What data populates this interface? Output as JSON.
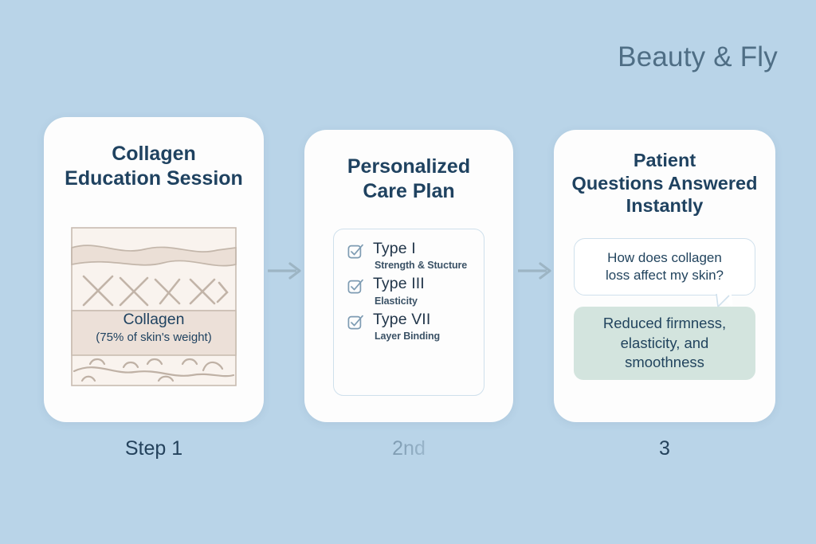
{
  "brand": "Beauty & Fly",
  "theme": {
    "background": "#b9d4e8",
    "card_background": "#fdfdfd",
    "heading_color": "#1f4260",
    "brand_color": "#4f6e85",
    "answer_bubble_color": "#d3e4de",
    "skin_layer_color": "#f7f0ea",
    "skin_accent_color": "#ebdfd6",
    "arrow_color": "#9db5c4"
  },
  "cards": [
    {
      "id": "collagen-education",
      "title_lines": [
        "Collagen",
        "Education Session"
      ],
      "diagram": {
        "name": "skin-cross-section",
        "layer_label": "Collagen",
        "layer_sublabel": "(75% of skin's weight)"
      }
    },
    {
      "id": "care-plan",
      "title_lines": [
        "Personalized",
        "Care Plan"
      ],
      "checklist": [
        {
          "label": "Type I",
          "sub": "Strength & Stucture"
        },
        {
          "label": "Type III",
          "sub": "Elasticity"
        },
        {
          "label": "Type VII",
          "sub": "Layer Binding"
        }
      ]
    },
    {
      "id": "patient-questions",
      "title_lines": [
        "Patient",
        "Questions Answered",
        "Instantly"
      ],
      "question_lines": [
        "How does collagen",
        "loss affect my skin?"
      ],
      "answer_lines": [
        "Reduced firmness,",
        "elasticity, and",
        "smoothness"
      ]
    }
  ],
  "steps": [
    {
      "label": "Step 1"
    },
    {
      "label": "2nd"
    },
    {
      "label": "3"
    }
  ]
}
